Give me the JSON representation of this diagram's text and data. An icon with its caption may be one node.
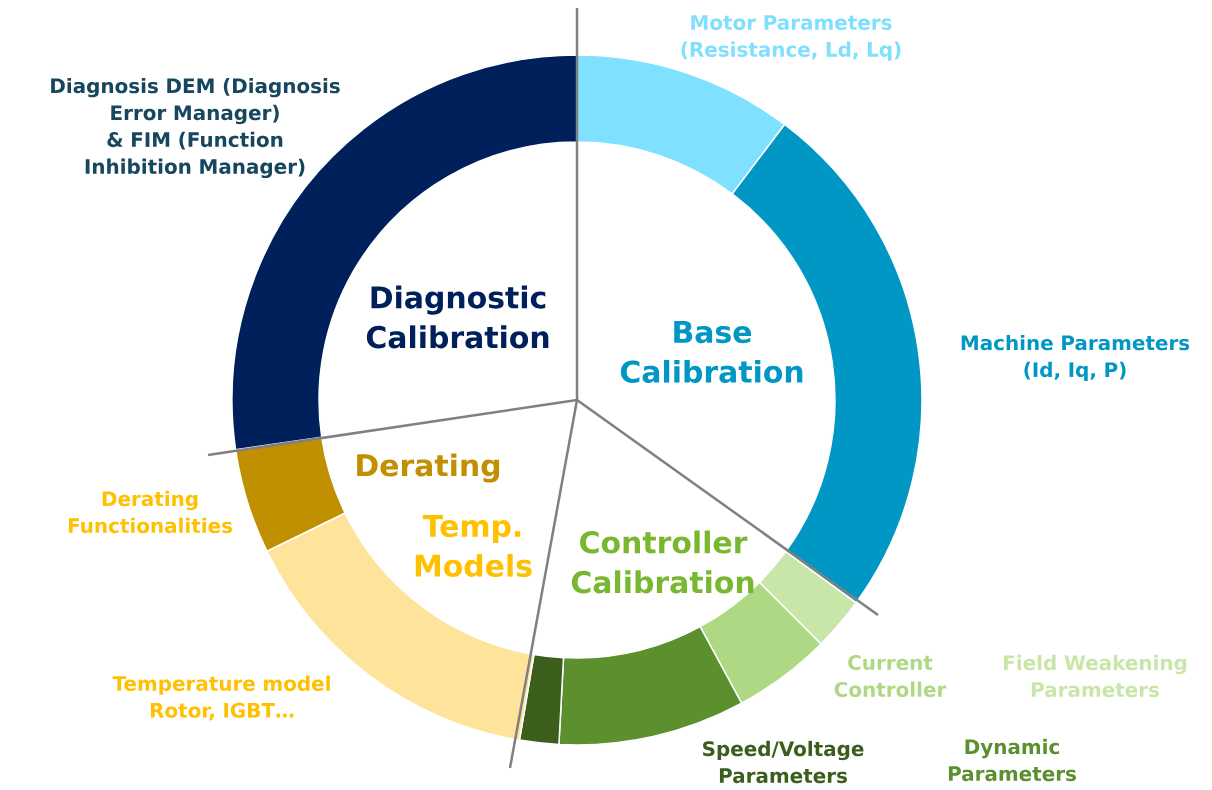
{
  "diagram": {
    "nodes": [
      {
        "text": [],
        "shape": "arc",
        "beside": [
          "Motor Parameters (Resistance, Ld, Lq)"
        ]
      },
      {
        "text": [],
        "shape": "arc",
        "beside": [
          "Machine Parameters (Id, Iq, P)"
        ]
      },
      {
        "text": [],
        "shape": "arc"
      },
      {
        "text": [],
        "shape": "arc",
        "beside": [
          "Current Controller"
        ]
      },
      {
        "text": [],
        "shape": "arc"
      },
      {
        "text": [],
        "shape": "arc"
      },
      {
        "text": [],
        "shape": "arc",
        "beside": [
          "Temperature model Rotor, IGBT…"
        ]
      },
      {
        "text": [],
        "shape": "arc"
      },
      {
        "text": [],
        "shape": "arc",
        "beside": [
          "Diagnosis DEM (Diagnosis Error Manager) & FIM (Function Inhibition Manager)"
        ]
      }
    ],
    "labels": [
      "Diagnostic Calibration",
      "Base Calibration",
      "Derating Functionalities",
      "Derating",
      "Temp. Models",
      "Controller Calibration",
      "Field Weakening Parameters",
      "Speed/Voltage Parameters",
      "Dynamic Parameters"
    ]
  }
}
